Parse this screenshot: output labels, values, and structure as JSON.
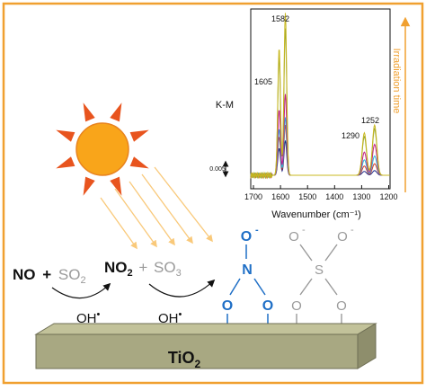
{
  "spectrum": {
    "ylabel": "K-M",
    "xlabel": "Wavenumber (cm⁻¹)",
    "scale_label": "0.005",
    "x_ticks": [
      "1700",
      "1600",
      "1500",
      "1400",
      "1300",
      "1200"
    ],
    "peak_labels": [
      "1582",
      "1605",
      "1290",
      "1252"
    ],
    "arrow_label": "Irradiation time"
  },
  "chart_data": {
    "type": "line",
    "xlabel": "Wavenumber (cm⁻¹)",
    "ylabel": "K-M",
    "xlim": [
      1710,
      1195
    ],
    "x_ticks": [
      1700,
      1600,
      1500,
      1400,
      1300,
      1200
    ],
    "peaks": [
      1605,
      1582,
      1290,
      1252
    ],
    "series": [
      {
        "color": "#1f2a8a",
        "peak_heights": [
          0.35,
          0.45,
          0.05,
          0.06
        ]
      },
      {
        "color": "#d43a2a",
        "peak_heights": [
          0.5,
          0.65,
          0.12,
          0.15
        ]
      },
      {
        "color": "#2ab8d8",
        "peak_heights": [
          0.6,
          0.75,
          0.2,
          0.25
        ]
      },
      {
        "color": "#c41c8a",
        "peak_heights": [
          0.85,
          1.05,
          0.3,
          0.4
        ]
      },
      {
        "color": "#8aa030",
        "peak_heights": [
          1.55,
          1.9,
          0.5,
          0.6
        ]
      },
      {
        "color": "#c8b820",
        "peak_heights": [
          1.65,
          2.1,
          0.55,
          0.65
        ]
      }
    ]
  },
  "reaction": {
    "no": "NO",
    "plus1": "+",
    "so": "SO",
    "so_sub": "2",
    "no2": "NO",
    "no2_sub": "2",
    "plus2": "+",
    "so3": "SO",
    "so3_sub": "3",
    "oh1": "OH",
    "oh2": "OH",
    "radical": "•"
  },
  "surface": {
    "label": "TiO",
    "label_sub": "2"
  },
  "nitrate": {
    "o_top": "O",
    "o_charge": "-",
    "n": "N",
    "o_left": "O",
    "o_right": "O"
  },
  "sulfate": {
    "o_top_left": "O",
    "o_top_right": "O",
    "charge_left": "-",
    "charge_right": "-",
    "s": "S",
    "o_bottom_left": "O",
    "o_bottom_right": "O"
  },
  "colors": {
    "frame": "#f0a030",
    "sun_body": "#f9a51a",
    "sun_rays": "#e8541e",
    "light_beam": "#f9c97a",
    "nitrate": "#1f6fc6",
    "sulfate": "#9a9a9a",
    "surface_top": "#c2c29a",
    "surface_front": "#a8a882",
    "surface_side": "#8e8e6c"
  }
}
